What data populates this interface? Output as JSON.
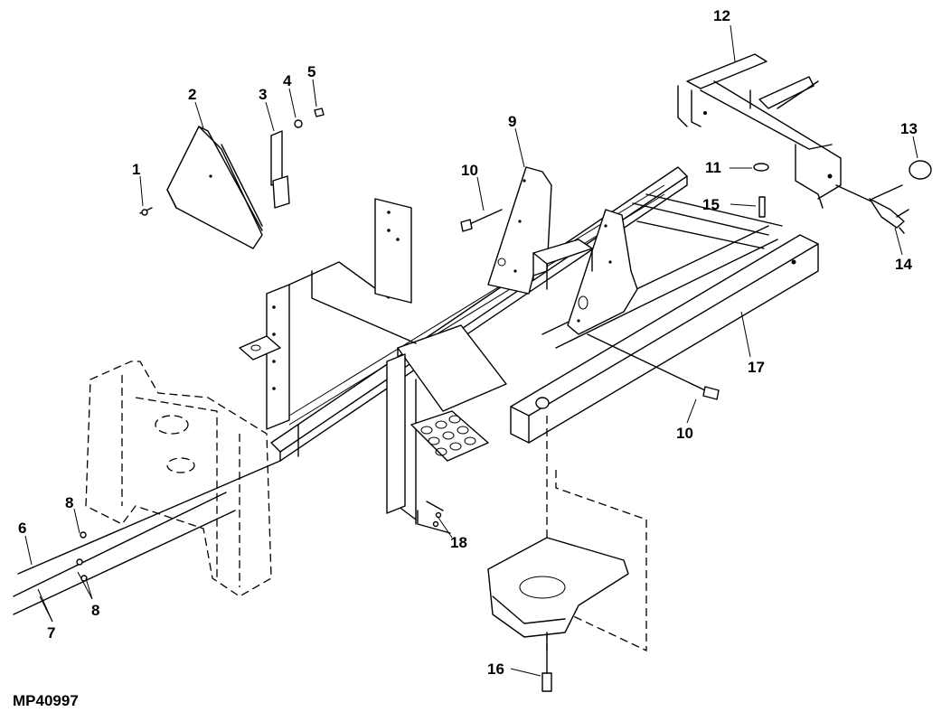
{
  "figure_code": "MP40997",
  "callouts": {
    "c1": "1",
    "c2": "2",
    "c3": "3",
    "c4": "4",
    "c5": "5",
    "c6": "6",
    "c7": "7",
    "c8a": "8",
    "c8b": "8",
    "c9": "9",
    "c10a": "10",
    "c10b": "10",
    "c11": "11",
    "c12": "12",
    "c13": "13",
    "c14": "14",
    "c15": "15",
    "c16": "16",
    "c17": "17",
    "c18": "18"
  }
}
